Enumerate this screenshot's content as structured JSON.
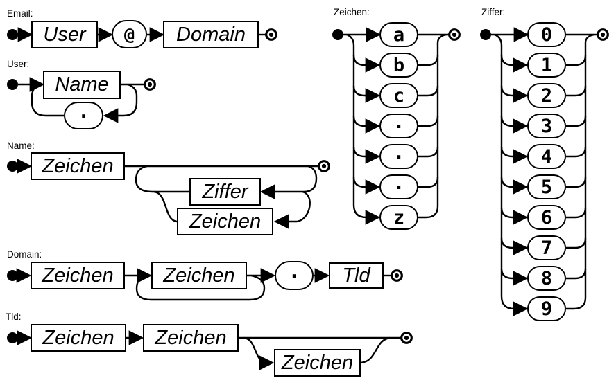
{
  "rules": {
    "email": {
      "label": "Email:",
      "user": "User",
      "at": "@",
      "domain": "Domain"
    },
    "user": {
      "label": "User:",
      "name": "Name",
      "dot": "."
    },
    "name": {
      "label": "Name:",
      "zeichen": "Zeichen",
      "loop_ziffer": "Ziffer",
      "loop_zeichen": "Zeichen"
    },
    "domain": {
      "label": "Domain:",
      "zeichen1": "Zeichen",
      "zeichen2": "Zeichen",
      "dot": ".",
      "tld": "Tld"
    },
    "tld": {
      "label": "Tld:",
      "zeichen1": "Zeichen",
      "zeichen2": "Zeichen",
      "zeichen3": "Zeichen"
    },
    "zeichen": {
      "label": "Zeichen:",
      "alts": [
        "a",
        "b",
        "c",
        ".",
        ".",
        ".",
        "z"
      ]
    },
    "ziffer": {
      "label": "Ziffer:",
      "alts": [
        "0",
        "1",
        "2",
        "3",
        "4",
        "5",
        "6",
        "7",
        "8",
        "9"
      ]
    }
  },
  "colors": {
    "ink": "#000000",
    "paper": "#ffffff"
  }
}
